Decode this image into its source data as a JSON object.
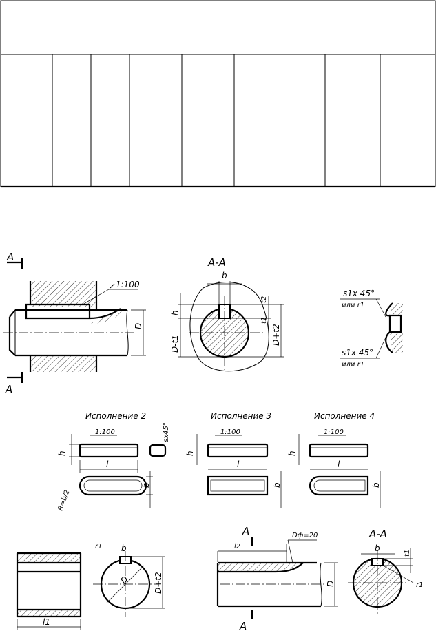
{
  "labels": {
    "section_mark": "A",
    "section_title": "A-A",
    "dim_b": "b",
    "dim_h": "h",
    "dim_t1": "t1",
    "dim_t2": "t2",
    "dim_D": "D",
    "dim_D_minus_t1": "D-t1",
    "dim_D_plus_t2": "D+t2",
    "dim_l": "l",
    "dim_l1": "l1",
    "dim_l2": "l2",
    "dim_r1": "r1",
    "taper": "1:100",
    "chamfer_s1": "s1x 45°",
    "chamfer_or_r1": "или r1",
    "chamfer_s": "sx45°",
    "radius_note": "R=b/2",
    "cutter_note": "Dф=20",
    "variant_2": "Исполнение 2",
    "variant_3": "Исполнение 3",
    "variant_4": "Исполнение 4"
  },
  "colors": {
    "line": "#000000",
    "background": "#ffffff"
  }
}
